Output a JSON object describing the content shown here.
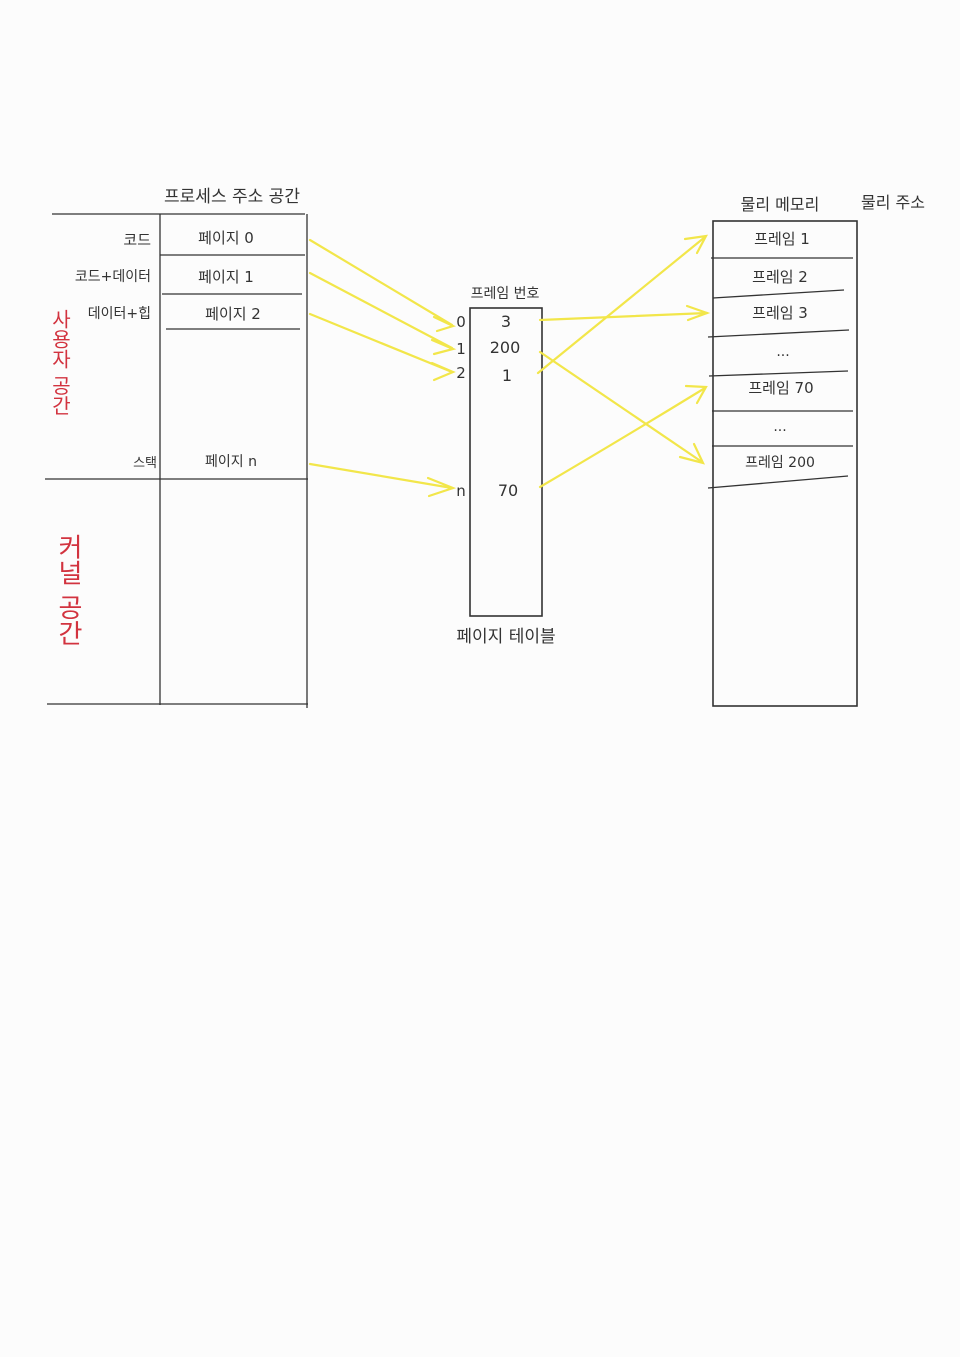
{
  "virtual": {
    "title": "프로세스 주소 공간",
    "side_labels": [
      "코드",
      "코드+데이터",
      "데이터+힙",
      "스택"
    ],
    "pages": [
      "페이지 0",
      "페이지 1",
      "페이지 2",
      "페이지 n"
    ],
    "user_space": "사용자 공간",
    "kernel_space": "커널 공간"
  },
  "page_table": {
    "header": "프레임 번호",
    "footer": "페이지 테이블",
    "indices": [
      "0",
      "1",
      "2",
      "n"
    ],
    "frames": [
      "3",
      "200",
      "1",
      "70"
    ]
  },
  "physical": {
    "title": "물리 메모리",
    "address_label": "물리 주소",
    "slots": [
      "프레임 1",
      "프레임 2",
      "프레임 3",
      "...",
      "프레임 70",
      "...",
      "프레임 200"
    ]
  },
  "colors": {
    "ink": "#333333",
    "region_label": "#d2333f",
    "mapping_arrow": "#f2e64a"
  }
}
